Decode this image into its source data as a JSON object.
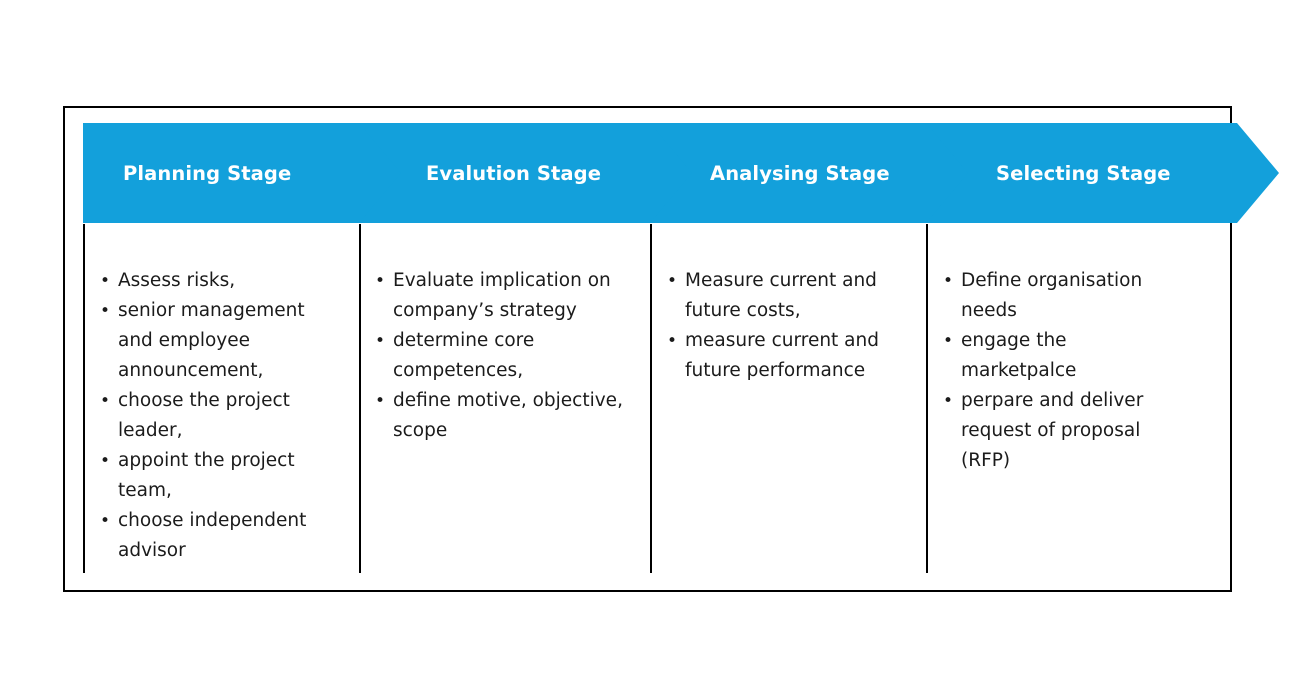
{
  "diagram": {
    "type": "process-chevron-columns",
    "accent_color": "#13A0DB",
    "text_color": "#1B1B1B",
    "border_color": "#000000",
    "background": "#FFFFFF",
    "stages": [
      {
        "title": "Planning Stage",
        "bullets": [
          "Assess risks,",
          "senior management and employee announcement,",
          "choose the project leader,",
          "appoint the project team,",
          "choose independent advisor"
        ]
      },
      {
        "title": "Evalution Stage",
        "bullets": [
          "Evaluate implication on company’s strategy",
          "determine core competences,",
          "define motive, objective, scope"
        ]
      },
      {
        "title": "Analysing Stage",
        "bullets": [
          "Measure current and future costs,",
          "measure current and future performance"
        ]
      },
      {
        "title": "Selecting Stage",
        "bullets": [
          "Define organisation needs",
          "engage the marketpalce",
          "perpare and deliver request of  proposal (RFP)"
        ]
      }
    ]
  }
}
